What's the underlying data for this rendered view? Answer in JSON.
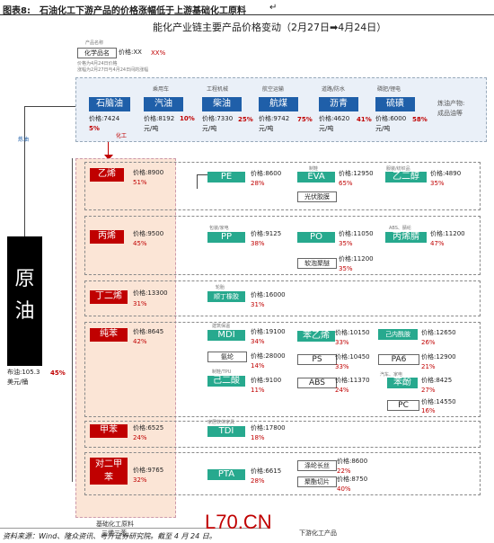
{
  "header": {
    "fig_label": "图表8:",
    "fig_title": "石油化工下游产品的价格涨幅低于上游基础化工原料",
    "end_mark": "↵"
  },
  "diagram_title": "能化产业链主要产品价格变动（2月27日➡4月24日）",
  "legend": {
    "item_label": "化学品名",
    "price_text": "价格:XX",
    "pct_text": "XX%",
    "note1": "产品名称",
    "note2": "价格为4月24日价格",
    "note3": "涨幅为2月27日与4月24日间的涨幅"
  },
  "crude": {
    "name": "原油",
    "price": "布油:105.3",
    "unit": "美元/桶",
    "pct": "45%",
    "refine_label": "炼油"
  },
  "top_row": {
    "naphtha": {
      "name": "石脑油",
      "price": "价格:7424",
      "pct": "5%"
    },
    "oil_products_label": "炼油产物:",
    "oil_products_sub": "成品油等",
    "products": [
      {
        "category": "乘用车",
        "name": "汽油",
        "price": "价格:8192",
        "pct": "10%",
        "unit": "元/吨"
      },
      {
        "category": "工程机械",
        "name": "柴油",
        "price": "价格:7330",
        "pct": "25%",
        "unit": "元/吨"
      },
      {
        "category": "航空运输",
        "name": "航煤",
        "price": "价格:9742",
        "pct": "75%",
        "unit": "元/吨"
      },
      {
        "category": "道路/防水",
        "name": "沥青",
        "price": "价格:4620",
        "pct": "41%",
        "unit": "元/吨"
      },
      {
        "category": "磷肥/锂电",
        "name": "硫磺",
        "price": "价格:6000",
        "pct": "58%",
        "unit": "元/吨"
      }
    ],
    "chem_label": "化工"
  },
  "basic_label_1": "基础化工原料",
  "basic_label_2": "三烯三苯",
  "downstream_label": "下游化工产品",
  "groups": {
    "ethylene": {
      "name": "乙烯",
      "price": "价格:8900",
      "pct": "51%",
      "pe": {
        "cat": "",
        "name": "PE",
        "price": "价格:8600",
        "pct": "28%"
      },
      "eva": {
        "cat": "制鞋",
        "name": "EVA",
        "price": "价格:12950",
        "pct": "65%",
        "sub": "光伏胶膜"
      },
      "eg": {
        "cat": "服装/纺织品",
        "name": "乙二醇",
        "price": "价格:4890",
        "pct": "35%"
      }
    },
    "propylene": {
      "name": "丙烯",
      "price": "价格:9500",
      "pct": "45%",
      "pp": {
        "cat": "包装/家电",
        "name": "PP",
        "price": "价格:9125",
        "pct": "38%"
      },
      "po": {
        "cat": "",
        "name": "PO",
        "price": "价格:11050",
        "pct": "35%",
        "sub": "软泡聚醚",
        "sub_price": "价格:11200",
        "sub_pct": "35%"
      },
      "an": {
        "cat": "ABS、腈纶",
        "name": "丙烯腈",
        "price": "价格:11200",
        "pct": "47%"
      }
    },
    "butadiene": {
      "name": "丁二烯",
      "price": "价格:13300",
      "pct": "31%",
      "br": {
        "cat": "轮胎",
        "name": "顺丁橡胶",
        "price": "价格:16000",
        "pct": "31%"
      }
    },
    "benzene": {
      "name": "纯苯",
      "price": "价格:8645",
      "pct": "42%",
      "mdi": {
        "cat": "建筑保温",
        "name": "MDI",
        "price": "价格:19100",
        "pct": "34%"
      },
      "nylon": {
        "name": "氨纶",
        "price": "价格:28000",
        "pct": "14%"
      },
      "adipic": {
        "cat": "制鞋/TPU",
        "name": "己二酸",
        "price": "价格:9100",
        "pct": "11%"
      },
      "sm": {
        "name": "苯乙烯",
        "price": "价格:10150",
        "pct": "33%"
      },
      "ps": {
        "name": "PS",
        "price": "价格:10450",
        "pct": "33%"
      },
      "abs": {
        "name": "ABS",
        "price": "价格:11370",
        "pct": "24%"
      },
      "cpl": {
        "name": "己内酰胺",
        "price": "价格:12650",
        "pct": "26%"
      },
      "pa6": {
        "name": "PA6",
        "price": "价格:12900",
        "pct": "21%"
      },
      "phenol": {
        "cat": "汽车、家电",
        "name": "苯酚",
        "price": "价格:8425",
        "pct": "27%"
      },
      "pc": {
        "name": "PC",
        "price": "价格:14550",
        "pct": "16%"
      }
    },
    "toluene": {
      "name": "甲苯",
      "price": "价格:6525",
      "pct": "24%",
      "tdi": {
        "cat": "家居软体家具",
        "name": "TDI",
        "price": "价格:17800",
        "pct": "18%"
      }
    },
    "px": {
      "name": "对二甲苯",
      "price": "价格:9765",
      "pct": "32%",
      "pta": {
        "name": "PTA",
        "price": "价格:6615",
        "pct": "28%"
      },
      "polyester": {
        "name": "涤纶长丝",
        "price": "价格:8600",
        "pct": "22%"
      },
      "chip": {
        "name": "聚酯切片",
        "price": "价格:8750",
        "pct": "40%"
      }
    }
  },
  "footer": {
    "source": "资料来源：Wind、隆众资讯、粤开证券研究院。截至 4 月 24 日。"
  },
  "watermark": "L70.CN"
}
